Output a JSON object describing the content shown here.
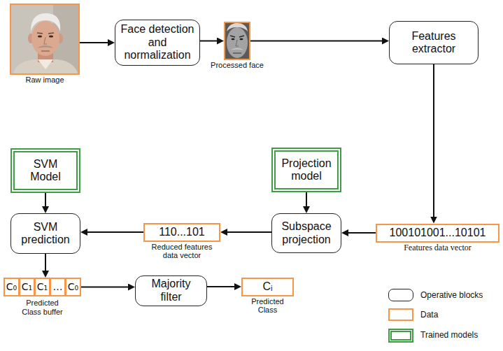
{
  "diagram": {
    "nodes": [
      {
        "text": [
          "Raw image"
        ]
      },
      {
        "text": [
          "Face detection and normalization"
        ]
      },
      {
        "text": [
          "Processed face"
        ]
      },
      {
        "text": [
          "Features extractor"
        ]
      },
      {
        "text": [
          "SVM Model"
        ]
      },
      {
        "text": [
          "Projection model"
        ]
      },
      {
        "text": [
          "SVM prediction"
        ]
      },
      {
        "text": [
          "110...101",
          "Reduced features data vector"
        ]
      },
      {
        "text": [
          "Subspace projection"
        ]
      },
      {
        "text": [
          "100101001...10101",
          "Features data vector"
        ]
      },
      {
        "text": [
          "Predicted Class buffer"
        ]
      },
      {
        "text": [
          "C₀"
        ],
        "in": 10
      },
      {
        "text": [
          "C₁"
        ],
        "in": 10
      },
      {
        "text": [
          "C₁"
        ],
        "in": 10
      },
      {
        "text": [
          "…"
        ],
        "in": 10
      },
      {
        "text": [
          "C₀"
        ],
        "in": 10
      },
      {
        "text": [
          "Majority filter"
        ]
      },
      {
        "text": [
          "Cᵢ",
          "Predicted Class"
        ]
      }
    ],
    "edges": [
      {
        "from": 0,
        "to": 1,
        "arrow": "to"
      },
      {
        "from": 1,
        "to": 2,
        "arrow": "to"
      },
      {
        "from": 2,
        "to": 3,
        "arrow": "to"
      },
      {
        "from": 3,
        "to": 9,
        "arrow": "to"
      },
      {
        "from": 9,
        "to": 8,
        "arrow": "to"
      },
      {
        "from": 5,
        "to": 8,
        "arrow": "to"
      },
      {
        "from": 8,
        "to": 7,
        "arrow": "to"
      },
      {
        "from": 7,
        "to": 6,
        "arrow": "to"
      },
      {
        "from": 4,
        "to": 6,
        "arrow": "to"
      },
      {
        "from": 6,
        "to": 10,
        "arrow": "to"
      },
      {
        "from": 10,
        "to": 16,
        "arrow": "to"
      },
      {
        "from": 16,
        "to": 17,
        "arrow": "to"
      }
    ],
    "legend": [
      {
        "text": "Operative blocks"
      },
      {
        "text": "Data"
      },
      {
        "text": "Trained models"
      }
    ]
  }
}
